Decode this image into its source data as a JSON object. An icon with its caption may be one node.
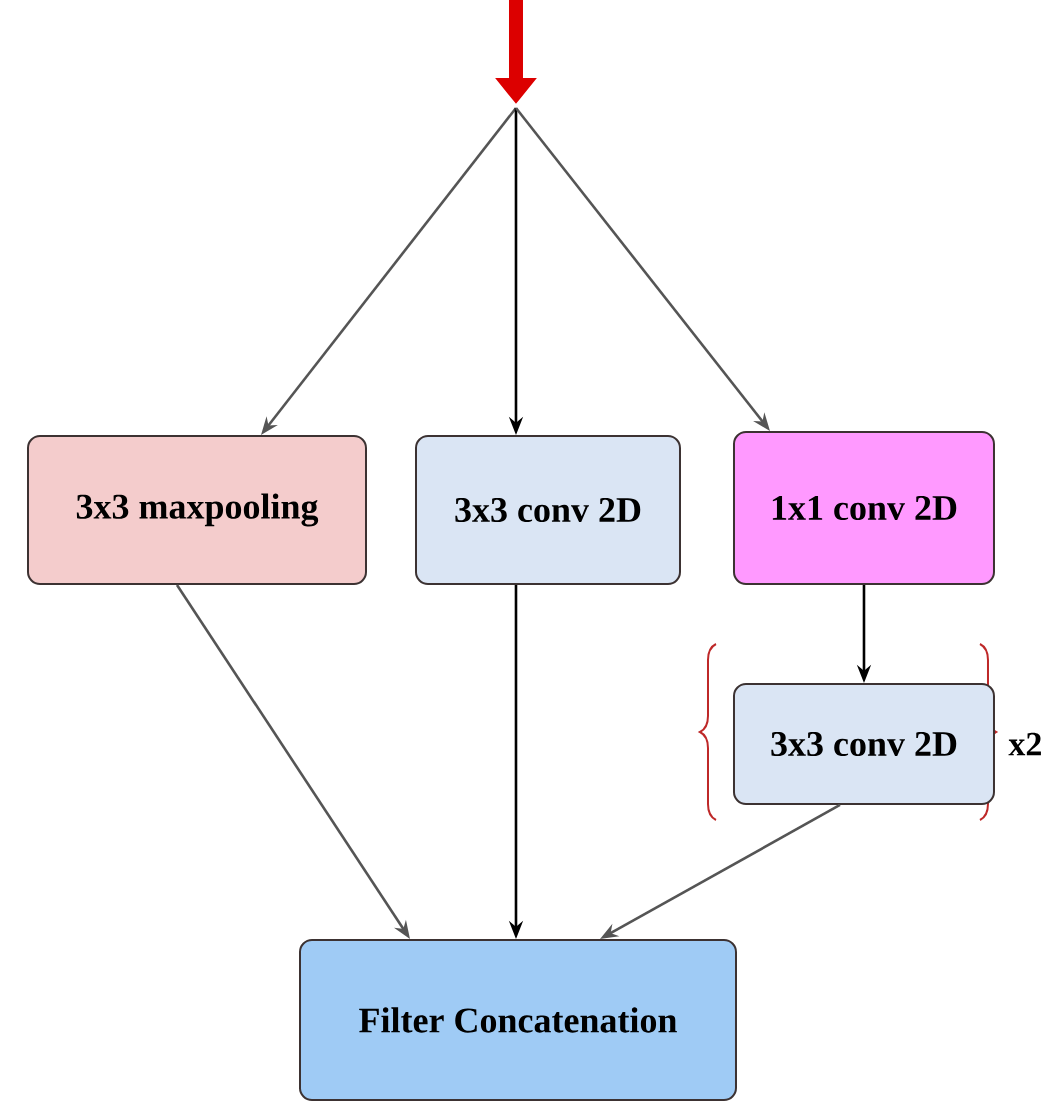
{
  "diagram": {
    "nodes": [
      {
        "text": [
          "3x3 maxpooling"
        ]
      },
      {
        "text": [
          "3x3 conv 2D"
        ]
      },
      {
        "text": [
          "1x1 conv 2D"
        ]
      },
      {
        "text": [
          "3x3 conv 2D"
        ]
      },
      {
        "text": [
          "Filter Concatenation"
        ]
      }
    ],
    "edges": [
      {
        "from": null,
        "to": 0,
        "arrow": "to"
      },
      {
        "from": null,
        "to": 1,
        "arrow": "to",
        "color": "#000000"
      },
      {
        "from": null,
        "to": 2,
        "arrow": "to"
      },
      {
        "from": 2,
        "to": 3,
        "arrow": "to",
        "color": "#000000"
      },
      {
        "from": 0,
        "to": 4,
        "arrow": "to"
      },
      {
        "from": 1,
        "to": 4,
        "arrow": "to",
        "color": "#000000"
      },
      {
        "from": 3,
        "to": 4,
        "arrow": "to"
      }
    ],
    "labels": [
      "x2"
    ]
  }
}
